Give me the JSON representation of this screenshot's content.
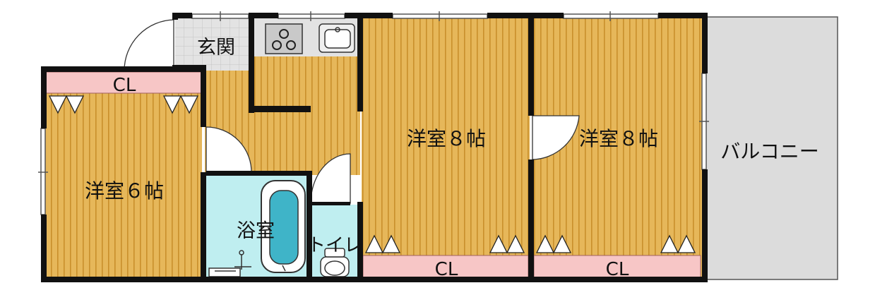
{
  "colors": {
    "floor": "#e6b75a",
    "floor_stripe": "#c98f2b",
    "closet": "#f7c6c6",
    "bath": "#bfeef0",
    "entrance": "#e3e3e3",
    "balcony": "#dcdcdc",
    "wall": "#111111"
  },
  "rooms": {
    "entrance": "玄関",
    "western_6": "洋室６帖",
    "western_8_center": "洋室８帖",
    "western_8_right": "洋室８帖",
    "bathroom": "浴室",
    "toilet": "トイレ",
    "balcony": "バルコニー"
  },
  "closets": {
    "left": "CL",
    "center": "CL",
    "right": "CL"
  }
}
